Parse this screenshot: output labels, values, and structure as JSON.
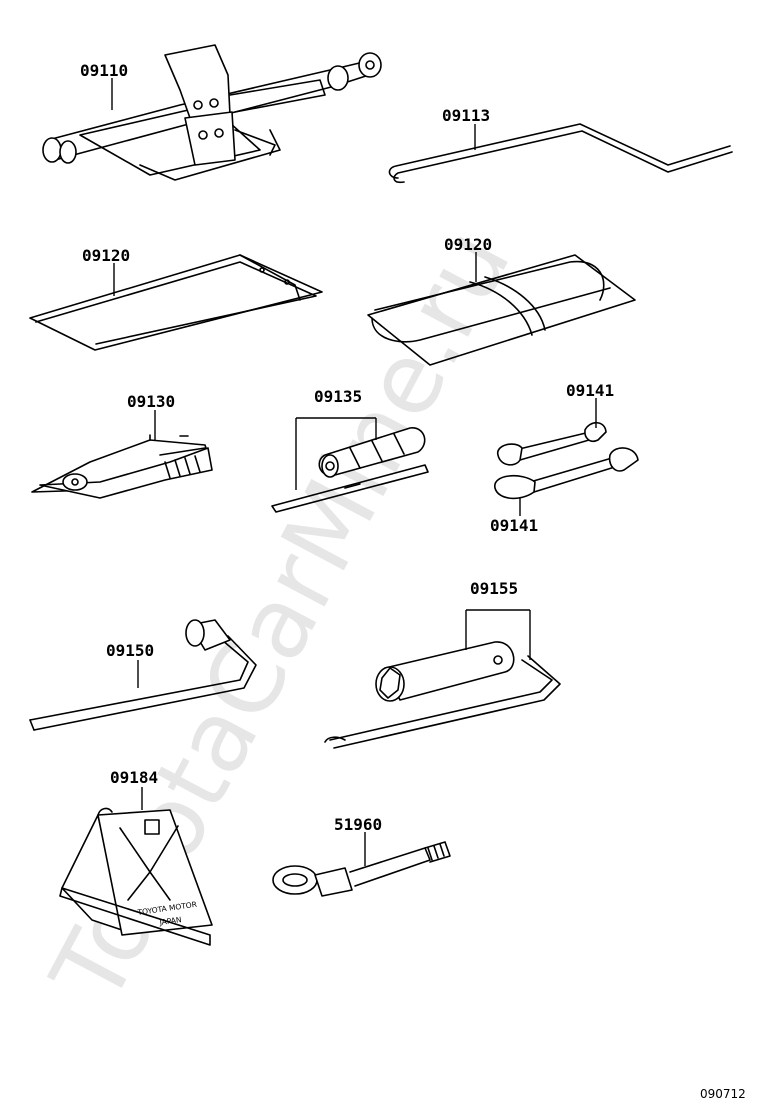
{
  "watermark": "ToyotaCarMine.ru",
  "diagram_code": "090712",
  "parts": [
    {
      "label": "09110"
    },
    {
      "label": "09113"
    },
    {
      "label": "09120"
    },
    {
      "label": "09120"
    },
    {
      "label": "09130"
    },
    {
      "label": "09135"
    },
    {
      "label": "09141"
    },
    {
      "label": "09141"
    },
    {
      "label": "09150"
    },
    {
      "label": "09155"
    },
    {
      "label": "09184"
    },
    {
      "label": "51960"
    }
  ],
  "chock_text": {
    "line1": "TOYOTA MOTOR",
    "line2": "JAPAN"
  }
}
